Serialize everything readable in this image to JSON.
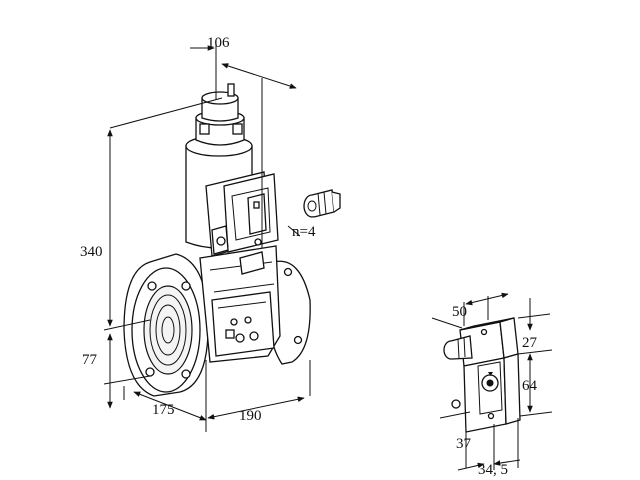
{
  "valve": {
    "dims": {
      "d106": "106",
      "d340": "340",
      "d77": "77",
      "d175": "175",
      "d190": "190",
      "flange_holes": "n=4"
    }
  },
  "connector": {
    "dims": {
      "d50": "50",
      "d27": "27",
      "d64": "64",
      "d37": "37",
      "d34_5": "34, 5"
    }
  }
}
